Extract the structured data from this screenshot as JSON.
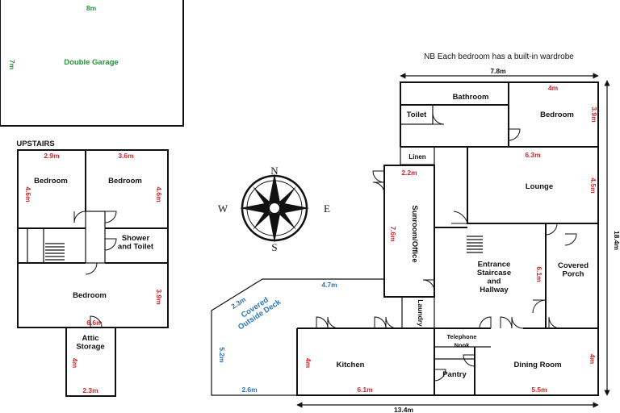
{
  "note": "NB Each bedroom has a built-in wardrobe",
  "garage": {
    "label": "Double Garage",
    "width": "8m",
    "depth": "7m"
  },
  "upstairs": {
    "title": "UPSTAIRS",
    "bedroom_1": {
      "label": "Bedroom",
      "width": "2.9m",
      "depth": "4.6m"
    },
    "bedroom_2": {
      "label": "Bedroom",
      "width": "3.6m",
      "depth": "4.6m"
    },
    "shower": {
      "label": "Shower\nand Toilet"
    },
    "bedroom_3": {
      "label": "Bedroom",
      "width": "6.6m",
      "depth": "3.9m"
    },
    "attic": {
      "label": "Attic\nStorage",
      "width": "2.3m",
      "depth": "4m"
    }
  },
  "compass": {
    "n": "N",
    "s": "S",
    "e": "E",
    "w": "W"
  },
  "main": {
    "overall_top": "7.8m",
    "overall_bottom": "13.4m",
    "overall_right": "18.4m",
    "bathroom": {
      "label": "Bathroom"
    },
    "toilet": {
      "label": "Toilet"
    },
    "bedroom": {
      "label": "Bedroom",
      "width": "4m",
      "depth": "3.9m"
    },
    "linen": {
      "label": "Linen"
    },
    "lounge": {
      "label": "Lounge",
      "width": "6.3m",
      "depth": "4.5m"
    },
    "sunroom": {
      "label": "Sunroom/Office",
      "width": "2.2m",
      "depth": "7.6m"
    },
    "entrance": {
      "label": "Entrance\nStaircase\nand\nHallway",
      "depth": "6.1m"
    },
    "porch": {
      "label": "Covered\nPorch"
    },
    "laundry": {
      "label": "Laundry"
    },
    "deck": {
      "label": "Covered\nOutside Deck",
      "top": "4.7m",
      "diag": "2.3m",
      "left": "5.2m",
      "bottom": "2.6m"
    },
    "kitchen": {
      "label": "Kitchen",
      "width": "6.1m",
      "depth": "4m"
    },
    "nook": {
      "label": "Telephone\nNook"
    },
    "pantry": {
      "label": "Pantry"
    },
    "dining": {
      "label": "Dining Room",
      "width": "5.5m",
      "depth": "4m"
    }
  }
}
